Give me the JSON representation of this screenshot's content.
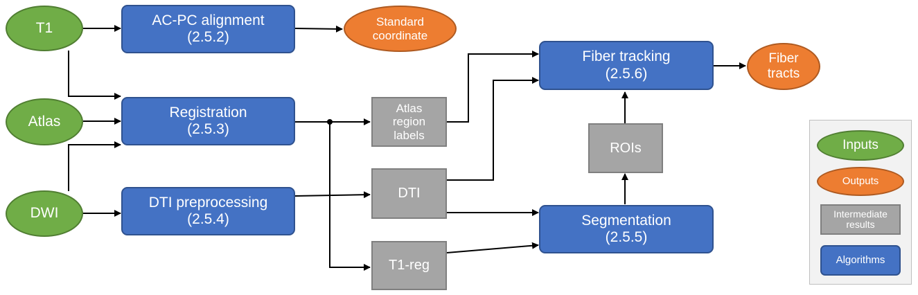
{
  "inputs": {
    "t1": "T1",
    "atlas": "Atlas",
    "dwi": "DWI"
  },
  "algorithms": {
    "acpc": {
      "name": "AC-PC alignment",
      "section": "(2.5.2)"
    },
    "registration": {
      "name": "Registration",
      "section": "(2.5.3)"
    },
    "dti_preprocessing": {
      "name": "DTI preprocessing",
      "section": "(2.5.4)"
    },
    "segmentation": {
      "name": "Segmentation",
      "section": "(2.5.5)"
    },
    "fiber_tracking": {
      "name": "Fiber tracking",
      "section": "(2.5.6)"
    }
  },
  "intermediate": {
    "atlas_labels": [
      "Atlas",
      "region",
      "labels"
    ],
    "dti": "DTI",
    "t1_reg": "T1-reg",
    "rois": "ROIs"
  },
  "outputs": {
    "standard_coordinate": [
      "Standard",
      "coordinate"
    ],
    "fiber_tracts": [
      "Fiber",
      "tracts"
    ]
  },
  "legend": {
    "inputs": "Inputs",
    "outputs": "Outputs",
    "intermediate": [
      "Intermediate",
      "results"
    ],
    "algorithms": "Algorithms"
  },
  "colors": {
    "input": "#70ad47",
    "output": "#ed7d31",
    "intermediate": "#a5a5a5",
    "algorithm": "#4472c4",
    "arrow": "#000000"
  }
}
